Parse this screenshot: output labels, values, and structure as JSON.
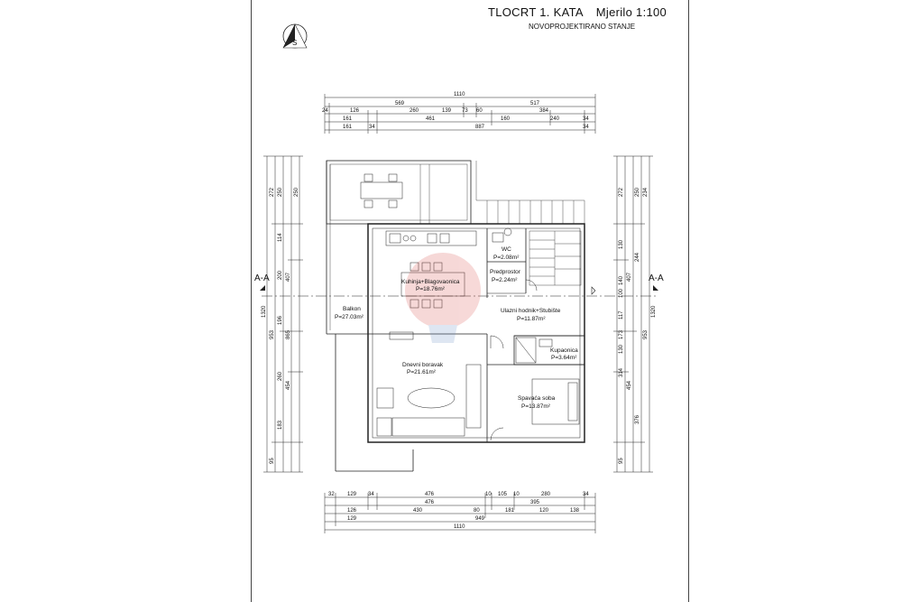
{
  "header": {
    "title": "TLOCRT 1. KATA",
    "scale": "Mjerilo 1:100",
    "subtitle": "NOVOPROJEKTIRANO STANJE"
  },
  "north_arrow": {
    "letter": "S"
  },
  "rooms": [
    {
      "name": "Balkon",
      "area": "P=27.03m²"
    },
    {
      "name": "Kuhinja+Blagovaonica",
      "area": "P=18.76m²"
    },
    {
      "name": "WC",
      "area": "P=2.08m²"
    },
    {
      "name": "Predprostor",
      "area": "P=2.24m²"
    },
    {
      "name": "Ulazni hodnik+Stubište",
      "area": "P=11.87m²"
    },
    {
      "name": "Kupaonica",
      "area": "P=3.64m²"
    },
    {
      "name": "Dnevni boravak",
      "area": "P=21.61m²"
    },
    {
      "name": "Spavaća soba",
      "area": "P=13.87m²"
    }
  ],
  "sections": {
    "left": "A-A",
    "right": "A-A"
  },
  "dims_top": {
    "row1": [
      "1110"
    ],
    "row2": [
      "569",
      "517"
    ],
    "row3": [
      "24",
      "126",
      "260",
      "139",
      "73",
      "60",
      "384"
    ],
    "row4": [
      "161",
      "461",
      "160",
      "240",
      "34"
    ],
    "row5": [
      "161",
      "34",
      "887",
      "34"
    ]
  },
  "dims_bottom": {
    "row1": [
      "32",
      "129",
      "34",
      "476",
      "10",
      "105",
      "10",
      "280",
      "34"
    ],
    "row2": [
      "476",
      "395"
    ],
    "row3": [
      "126",
      "430",
      "80",
      "181",
      "120",
      "138"
    ],
    "row4": [
      "129",
      "949"
    ],
    "row5": [
      "1110"
    ]
  },
  "dims_left": {
    "outer": [
      "1320"
    ],
    "mid": [
      "953"
    ],
    "inner": [
      "407",
      "865",
      "454"
    ],
    "fine": [
      "272",
      "250",
      "250",
      "114",
      "200",
      "196",
      "260",
      "183",
      "95"
    ]
  },
  "dims_right": {
    "outer": [
      "1320"
    ],
    "mid": [
      "953"
    ],
    "inner": [
      "407",
      "454"
    ],
    "fine": [
      "272",
      "250",
      "234",
      "244",
      "130",
      "140",
      "100",
      "117",
      "173",
      "130",
      "314",
      "376",
      "95"
    ]
  },
  "colors": {
    "line": "#222222",
    "light": "#888888",
    "watermark": "#d9534f"
  }
}
